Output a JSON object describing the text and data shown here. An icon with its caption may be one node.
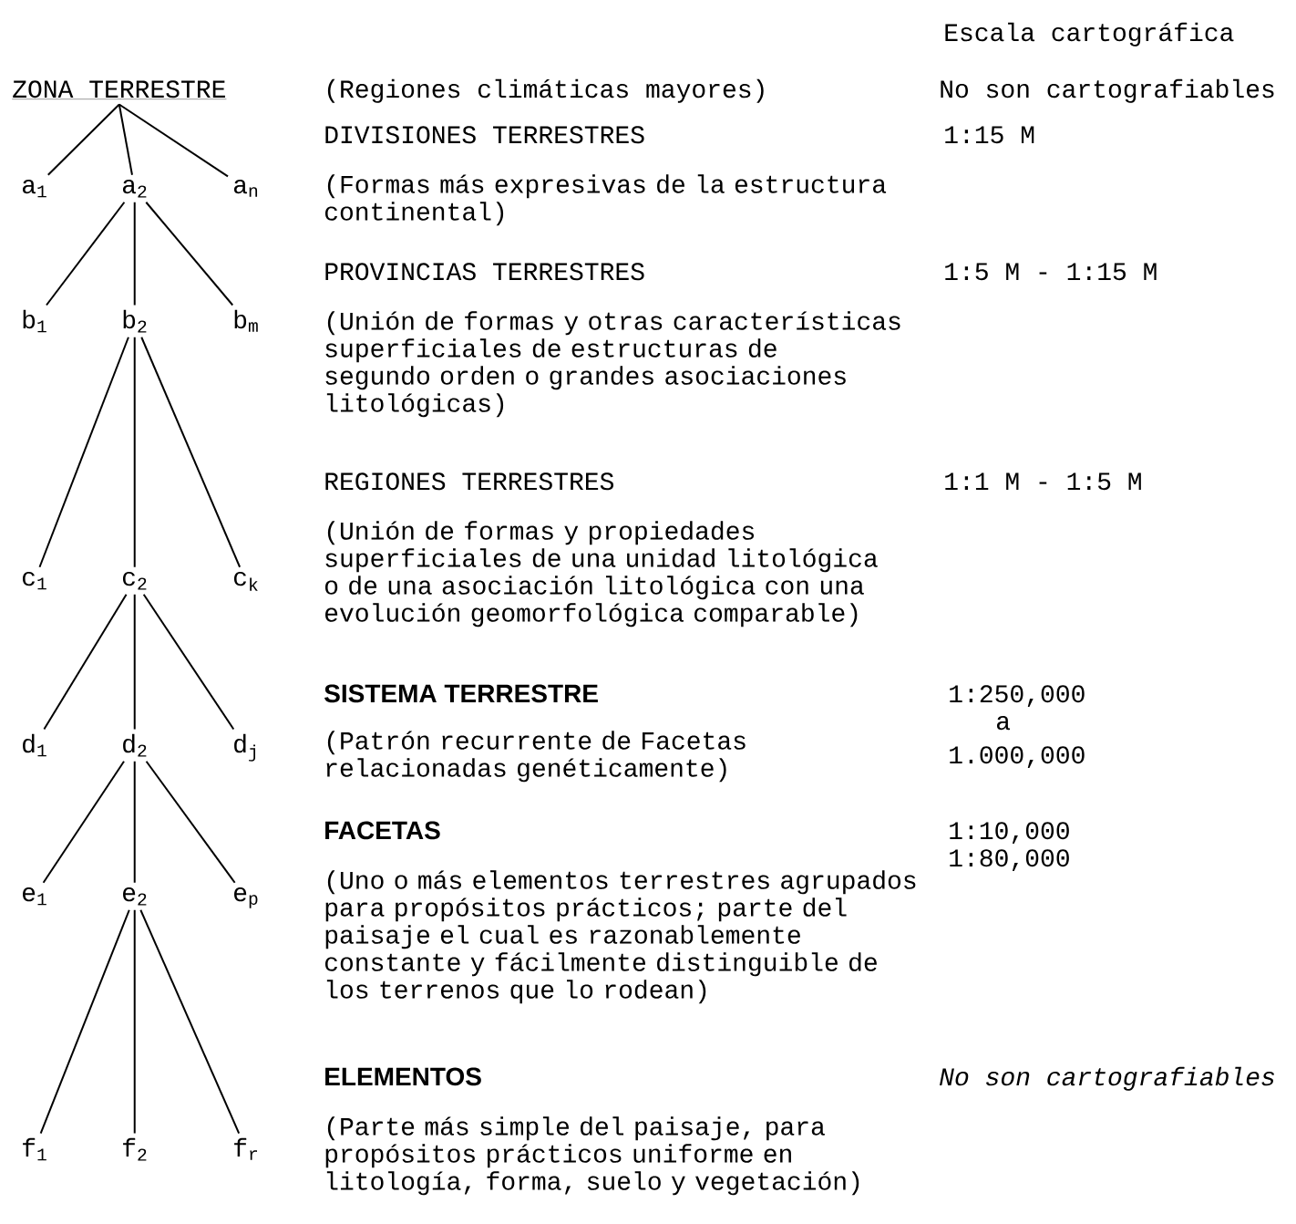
{
  "diagram": {
    "nodes": [
      {
        "text": [
          "ZONA TERRESTRE"
        ]
      },
      {
        "text": [
          "a$_{1}$"
        ]
      },
      {
        "text": [
          "a$_{2}$"
        ]
      },
      {
        "text": [
          "a$_{n}$"
        ]
      },
      {
        "text": [
          "b$_{1}$"
        ]
      },
      {
        "text": [
          "b$_{2}$"
        ]
      },
      {
        "text": [
          "b$_{m}$"
        ]
      },
      {
        "text": [
          "c$_{1}$"
        ]
      },
      {
        "text": [
          "c$_{2}$"
        ]
      },
      {
        "text": [
          "c$_{k}$"
        ]
      },
      {
        "text": [
          "d$_{1}$"
        ]
      },
      {
        "text": [
          "d$_{2}$"
        ]
      },
      {
        "text": [
          "d$_{j}$"
        ]
      },
      {
        "text": [
          "e$_{1}$"
        ]
      },
      {
        "text": [
          "e$_{2}$"
        ]
      },
      {
        "text": [
          "e$_{p}$"
        ]
      },
      {
        "text": [
          "f$_{1}$"
        ]
      },
      {
        "text": [
          "f$_{2}$"
        ]
      },
      {
        "text": [
          "f$_{r}$"
        ]
      }
    ],
    "edges": [
      {
        "from": 0,
        "to": 1,
        "arrow": "none"
      },
      {
        "from": 0,
        "to": 2,
        "arrow": "none"
      },
      {
        "from": 0,
        "to": 3,
        "arrow": "none"
      },
      {
        "from": 2,
        "to": 4,
        "arrow": "none"
      },
      {
        "from": 2,
        "to": 5,
        "arrow": "none"
      },
      {
        "from": 2,
        "to": 6,
        "arrow": "none"
      },
      {
        "from": 5,
        "to": 7,
        "arrow": "none"
      },
      {
        "from": 5,
        "to": 8,
        "arrow": "none"
      },
      {
        "from": 5,
        "to": 9,
        "arrow": "none"
      },
      {
        "from": 8,
        "to": 10,
        "arrow": "none"
      },
      {
        "from": 8,
        "to": 11,
        "arrow": "none"
      },
      {
        "from": 8,
        "to": 12,
        "arrow": "none"
      },
      {
        "from": 11,
        "to": 13,
        "arrow": "none"
      },
      {
        "from": 11,
        "to": 14,
        "arrow": "none"
      },
      {
        "from": 11,
        "to": 15,
        "arrow": "none"
      },
      {
        "from": 14,
        "to": 16,
        "arrow": "none"
      },
      {
        "from": 14,
        "to": 17,
        "arrow": "none"
      },
      {
        "from": 14,
        "to": 18,
        "arrow": "none"
      }
    ],
    "labels": [
      "Escala cartográfica",
      "(Regiones climáticas mayores)",
      "No son cartografiables",
      "DIVISIONES TERRESTRES",
      "1:15 M",
      "(Formas más expresivas de la estructura continental)",
      "PROVINCIAS TERRESTRES",
      "1:5 M - 1:15 M",
      "(Unión de formas y otras características superficiales de estructuras de segundo orden o grandes asociaciones litológicas)",
      "REGIONES TERRESTRES",
      "1:1 M - 1:5 M",
      "(Unión de formas y propiedades superficiales de una unidad litológica o de una asociación litológica con una evolución geomorfológica comparable)",
      "SISTEMA TERRESTRE",
      "1:250,000",
      "(Patrón recurrente de Facetas relacionadas genéticamente)",
      "a",
      "1.000,000",
      "FACETAS",
      "1:10,000",
      "1:80,000",
      "(Uno o más elementos terrestres agrupados para propósitos prácticos; parte del paisaje el cual es razonablemente constante y fácilmente distinguible de los terrenos que lo rodean)",
      "ELEMENTOS",
      "No son cartografiables",
      "(Parte más simple del paisaje, para propósitos prácticos uniforme en litología, forma, suelo y vegetación)"
    ]
  }
}
